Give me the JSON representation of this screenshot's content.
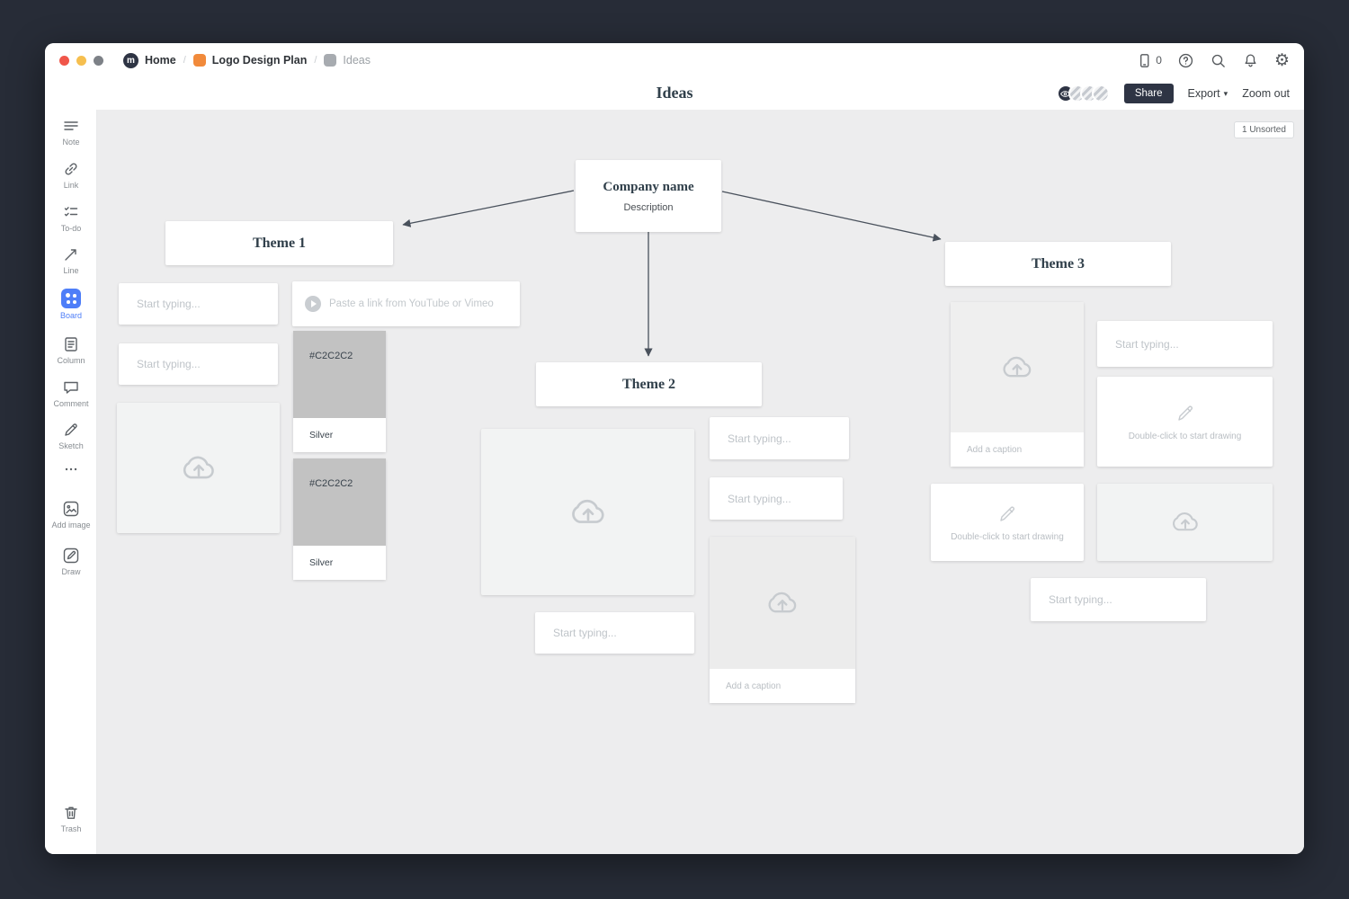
{
  "colors": {
    "accent_blue": "#4e7ef8",
    "share_bg": "#2e3444",
    "swatch_gray": "#C2C2C2",
    "canvas_bg": "#ededee"
  },
  "topbar": {
    "breadcrumb": [
      {
        "label": "Home"
      },
      {
        "label": "Logo Design Plan"
      },
      {
        "label": "Ideas"
      }
    ],
    "device_count": "0"
  },
  "header": {
    "title": "Ideas",
    "share_label": "Share",
    "export_label": "Export",
    "zoom_out_label": "Zoom out"
  },
  "sidebar": {
    "tools": [
      {
        "label": "Note"
      },
      {
        "label": "Link"
      },
      {
        "label": "To-do"
      },
      {
        "label": "Line"
      },
      {
        "label": "Board"
      },
      {
        "label": "Column"
      },
      {
        "label": "Comment"
      },
      {
        "label": "Sketch"
      }
    ],
    "secondary": [
      {
        "label": "Add image"
      },
      {
        "label": "Draw"
      }
    ],
    "trash_label": "Trash"
  },
  "canvas": {
    "unsorted_badge": "1 Unsorted",
    "company": {
      "title": "Company name",
      "subtitle": "Description"
    },
    "theme1": {
      "title": "Theme 1"
    },
    "theme2": {
      "title": "Theme 2"
    },
    "theme3": {
      "title": "Theme 3"
    },
    "placeholders": {
      "start_typing": "Start typing...",
      "paste_link": "Paste a link from YouTube or Vimeo",
      "add_caption": "Add a caption",
      "draw_hint": "Double-click to start drawing"
    },
    "swatch": {
      "hex": "#C2C2C2",
      "name": "Silver"
    }
  }
}
